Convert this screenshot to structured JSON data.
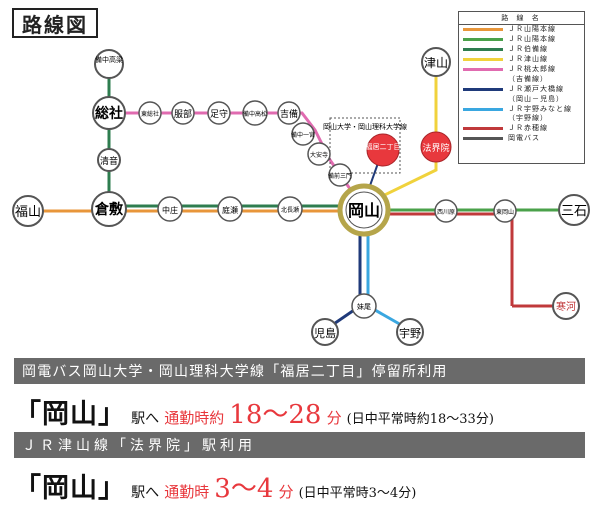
{
  "map_title": "路線図",
  "legend": {
    "title": "路 線 名",
    "items": [
      {
        "label": "ＪＲ山陽本線",
        "color": "#e8963a"
      },
      {
        "label": "ＪＲ山陽本線",
        "color": "#4aa14a"
      },
      {
        "label": "ＪＲ伯備線",
        "color": "#2e7d4f"
      },
      {
        "label": "ＪＲ津山線",
        "color": "#f0d23c"
      },
      {
        "label": "ＪＲ桃太郎線",
        "color": "#e06bb0"
      },
      {
        "label": "（吉備線）",
        "color": ""
      },
      {
        "label": "ＪＲ瀬戸大橋線",
        "color": "#1f3a7a"
      },
      {
        "label": "（岡山－児島）",
        "color": ""
      },
      {
        "label": "ＪＲ宇野みなと線",
        "color": "#3aa7e0"
      },
      {
        "label": "（宇野線）",
        "color": ""
      },
      {
        "label": "ＪＲ赤穂線",
        "color": "#c0393b"
      },
      {
        "label": "岡電バス",
        "color": "#555555"
      }
    ]
  },
  "stations": {
    "okayama": "岡山",
    "kurashiki": "倉敷",
    "soja": "総社",
    "fukuyama": "福山",
    "mitsuishi": "三石",
    "tsuyama": "津山",
    "kojima": "児島",
    "uno": "宇野",
    "bizen_takahashi": "備中高梁",
    "kiyone": "清音",
    "higashi_soja": "東総社",
    "hattori": "服部",
    "ashimori": "足守",
    "bitchu_takamatsu": "備中高松",
    "kibi": "吉備",
    "bitchu_ichinomiya": "備中一宮",
    "daianji": "大安寺",
    "bizen_mikado": "備前三門",
    "nakasho": "中庄",
    "niwase": "庭瀬",
    "kita_nagase": "北長瀬",
    "saidaiji": "西川原",
    "higashi_okayama": "東岡山",
    "hokaiin": "法界院",
    "fukui_nichome": "福居二丁目",
    "oo_moto": "妹尾",
    "seto": "寒河",
    "bus_stop_label": "岡山大学・岡山理科大学線"
  },
  "bar1": "岡電バス岡山大学・岡山理科大学線「福居二丁目」停留所利用",
  "bar2": "ＪＲ津山線「法界院」駅利用",
  "route1": {
    "station": "「岡山」",
    "to": "駅へ",
    "commute_label": "通勤時約",
    "commute_time": "18～28",
    "unit": "分",
    "note": "(日中平常時約18～33分)"
  },
  "route2": {
    "station": "「岡山」",
    "to": "駅へ",
    "commute_label": "通勤時",
    "commute_time": "3～4",
    "unit": "分",
    "note": "(日中平常時3～4分)"
  }
}
